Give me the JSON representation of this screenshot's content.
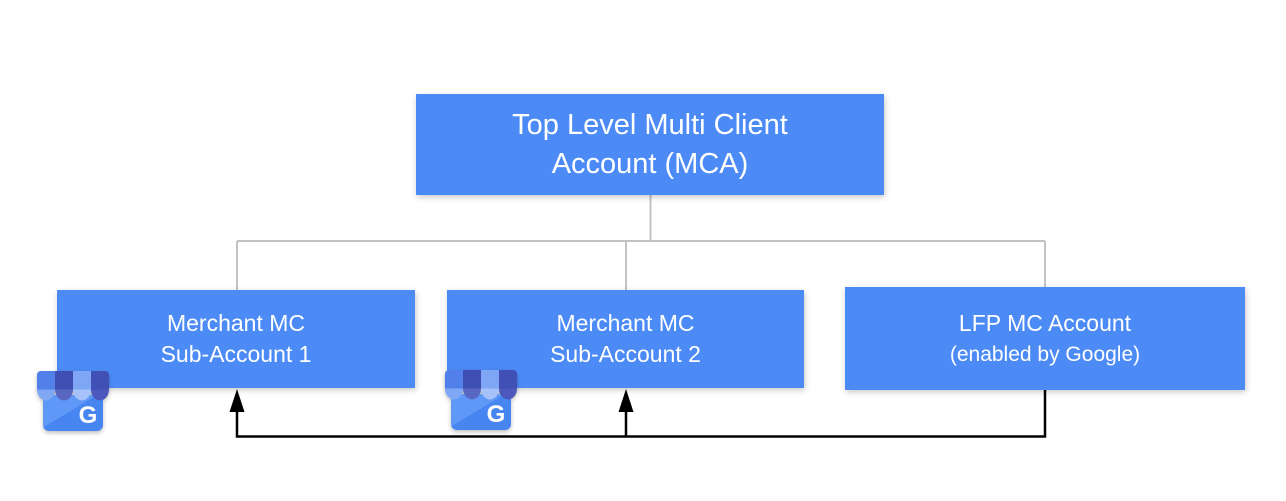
{
  "diagram": {
    "nodes": {
      "mca": {
        "line1": "Top Level Multi Client",
        "line2": "Account (MCA)"
      },
      "sub1": {
        "line1": "Merchant MC",
        "line2": "Sub-Account 1"
      },
      "sub2": {
        "line1": "Merchant MC",
        "line2": "Sub-Account 2"
      },
      "lfp": {
        "line1": "LFP MC Account",
        "line2": "(enabled by Google)"
      }
    },
    "icons": {
      "business_profile": {
        "letter": "G"
      }
    },
    "colors": {
      "canvas_bg": "#ffffff",
      "node_fill": "#4C8BF5",
      "node_text": "#ffffff",
      "tree_line": "#C2C2C2",
      "flow_line": "#000000",
      "icon_body": "#4786F0",
      "icon_body_light": "#5F98F7",
      "icon_stripe_1": "#5180EA",
      "icon_stripe_2": "#3E4EB2",
      "icon_stripe_3": "#7EA6F4",
      "icon_stripe_4": "#4050B5",
      "icon_scallop_1": "#7FA7F3",
      "icon_scallop_2": "#5A67C1",
      "icon_scallop_3": "#A5C3FA",
      "icon_scallop_4": "#4C58BC",
      "icon_letter": "#ffffff"
    }
  }
}
